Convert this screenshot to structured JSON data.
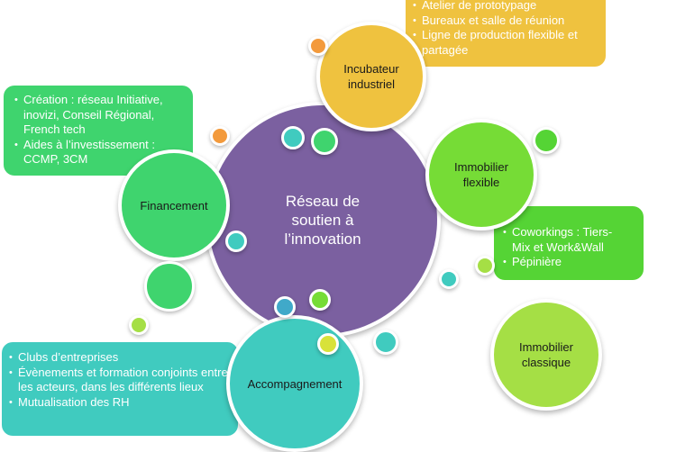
{
  "center": {
    "title": "Réseau de soutien à l’innovation"
  },
  "nodes": {
    "incubateur": {
      "label": "Incubateur industriel",
      "color": "#efc23f"
    },
    "financement": {
      "label": "Financement",
      "color": "#3fd46e"
    },
    "immobilier_flexible": {
      "label": "Immobilier flexible",
      "color": "#76dc36"
    },
    "accompagnement": {
      "label": "Accompagnement",
      "color": "#40cbbf"
    },
    "immobilier_classique": {
      "label": "Immobilier classique",
      "color": "#a5df45"
    }
  },
  "center_color": "#7b60a0",
  "boxes": {
    "incubateur": {
      "color": "#efc23f",
      "items": [
        "Atelier de prototypage",
        "Bureaux et salle de réunion",
        "Ligne de production flexible et partagée"
      ]
    },
    "financement": {
      "color": "#3fd46e",
      "items": [
        "Création : réseau Initiative, inovizi, Conseil Régional, French tech",
        "Aides à l’investissement : CCMP, 3CM"
      ]
    },
    "immobilier_flexible": {
      "color": "#55d435",
      "items": [
        "Coworkings : Tiers-Mix et Work&Wall",
        "Pépinière"
      ]
    },
    "accompagnement": {
      "color": "#40cbbf",
      "items": [
        "Clubs d’entreprises",
        "Évènements et formation conjoints entre les acteurs, dans les différents lieux",
        "Mutualisation des RH"
      ]
    }
  }
}
